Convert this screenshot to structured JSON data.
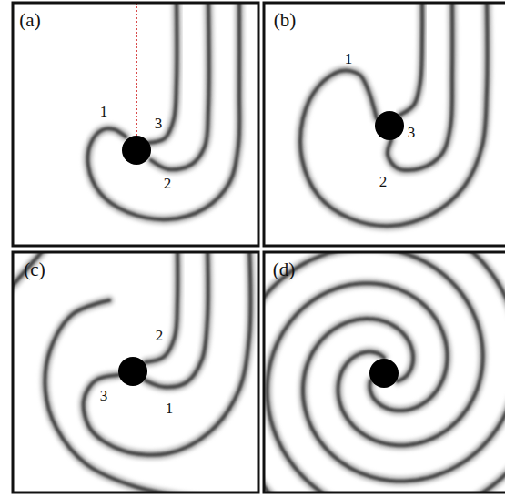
{
  "diagram": {
    "labels": [
      "(a)",
      "1",
      "3",
      "2",
      "(b)",
      "1",
      "3",
      "2",
      "(c)",
      "2",
      "3",
      "1",
      "(d)"
    ]
  }
}
